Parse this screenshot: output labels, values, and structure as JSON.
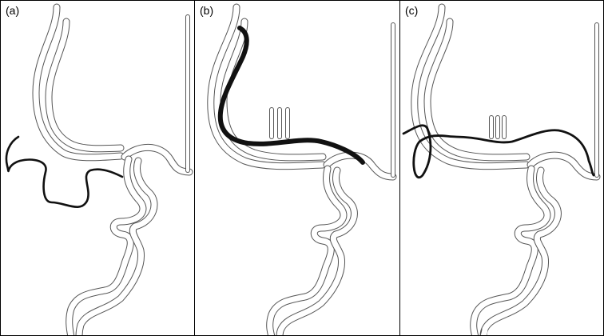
{
  "panels": [
    {
      "label": "(a)",
      "wire_color": "#111111",
      "wire_width": 2.6
    },
    {
      "label": "(b)",
      "wire_color": "#333333",
      "wire_width": 6
    },
    {
      "label": "(c)",
      "wire_color": "#111111",
      "wire_width": 2.8
    }
  ]
}
